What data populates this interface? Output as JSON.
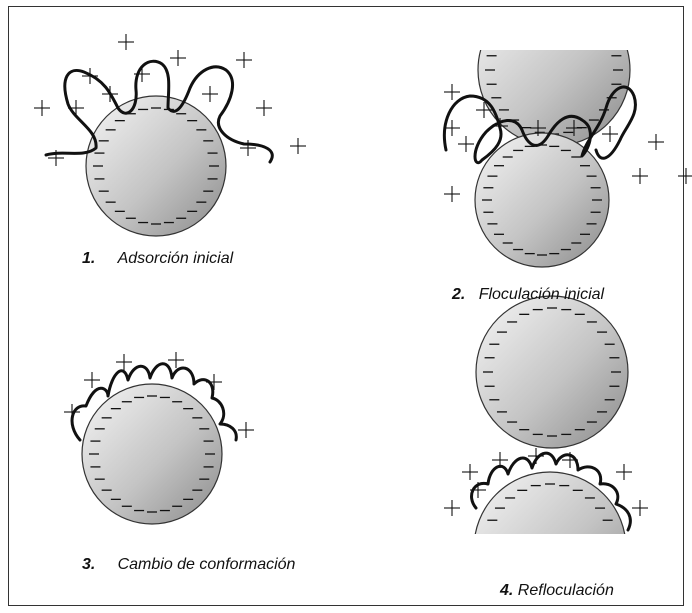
{
  "captions": {
    "c1": {
      "num": "1.",
      "text": "Adsorción inicial"
    },
    "c2": {
      "num": "2.",
      "text": "Floculación inicial"
    },
    "c3": {
      "num": "3.",
      "text": "Cambio de conformación"
    },
    "c4": {
      "num": "4.",
      "text": "Refloculación"
    }
  },
  "symbols": {
    "positive": "+",
    "negative": "−"
  },
  "colors": {
    "particle_light": "#f4f4f4",
    "particle_dark": "#8a8a8a",
    "polymer": "#111111"
  }
}
